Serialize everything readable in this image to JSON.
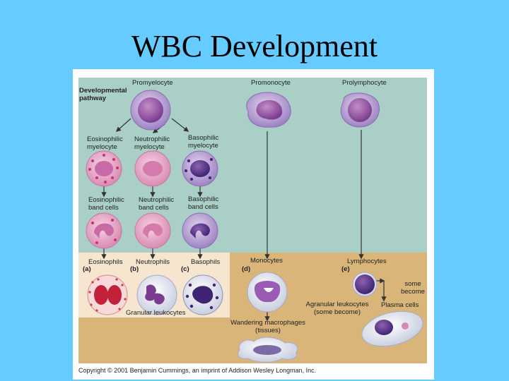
{
  "slide": {
    "title": "WBC Development"
  },
  "figure": {
    "pathway_label": "Developmental pathway",
    "precursors": [
      "Promyelocyte",
      "Promonocyte",
      "Prolymphocyte"
    ],
    "myelocytes": [
      "Eosinophilic myelocyte",
      "Neutrophilic myelocyte",
      "Basophilic myelocyte"
    ],
    "band_cells": [
      "Eosinophilic band cells",
      "Neutrophilic band cells",
      "Basophilic band cells"
    ],
    "mature": [
      {
        "letter": "(a)",
        "name": "Eosinophils"
      },
      {
        "letter": "(b)",
        "name": "Neutrophils"
      },
      {
        "letter": "(c)",
        "name": "Basophils"
      },
      {
        "letter": "(d)",
        "name": "Monocytes"
      },
      {
        "letter": "(e)",
        "name": "Lymphocytes"
      }
    ],
    "granular_label": "Granular leukocytes",
    "agranular_label": "Agranular leukocytes (some become)",
    "some_become": "some become",
    "plasma_cells": "Plasma cells",
    "macrophages": "Wandering macrophages (tissues)",
    "copyright": "Copyright © 2001 Benjamin Cummings, an imprint of Addison Wesley Longman, Inc.",
    "colors": {
      "upper_panel": "#A9CFC6",
      "lower_panel": "#D9B57A",
      "granular_panel": "#F6E6D0",
      "background": "#66CCFF"
    }
  }
}
